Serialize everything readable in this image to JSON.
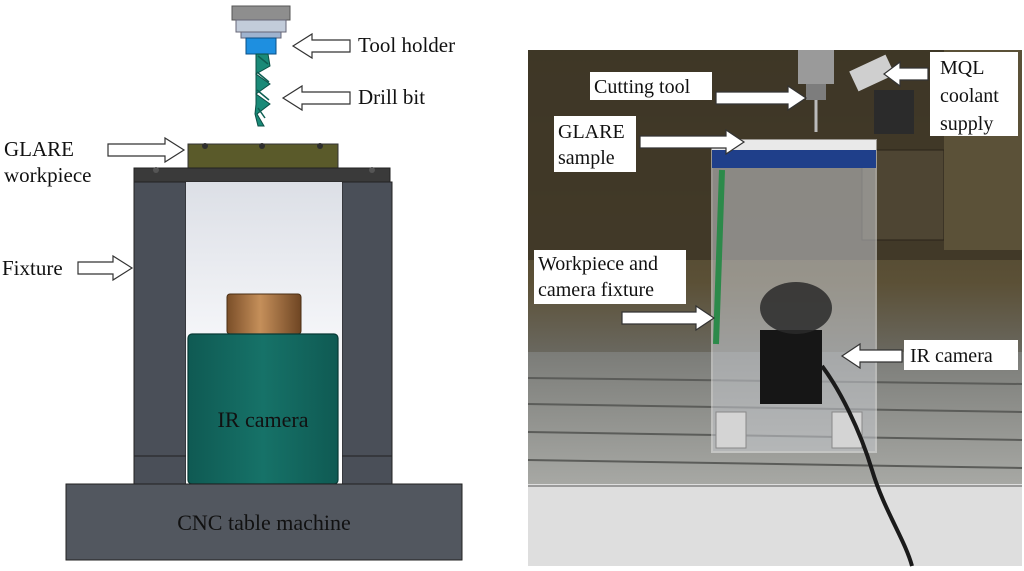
{
  "diagram": {
    "labels": {
      "tool_holder": "Tool holder",
      "drill_bit": "Drill bit",
      "glare_workpiece_line1": "GLARE",
      "glare_workpiece_line2": "workpiece",
      "fixture": "Fixture",
      "ir_camera": "IR camera",
      "cnc_table": "CNC table machine"
    },
    "colors": {
      "holder_top": "#9a9a9a",
      "holder_collar": "#b7c4d8",
      "holder_blue": "#1e8fe0",
      "drill": "#1a8a78",
      "workpiece": "#5a5a2a",
      "plate": "#3a3a3a",
      "fixture": "#4a4f58",
      "camera_body": "#126860",
      "lens": "#a3713f",
      "cnc_table": "#52575f"
    }
  },
  "photo": {
    "labels": {
      "cutting_tool": "Cutting tool",
      "mql_line1": "MQL",
      "mql_line2": "coolant",
      "mql_line3": "supply",
      "glare_sample_line1": "GLARE",
      "glare_sample_line2": "sample",
      "workpiece_fixture_line1": "Workpiece and",
      "workpiece_fixture_line2": "camera fixture",
      "ir_camera": "IR camera"
    }
  }
}
